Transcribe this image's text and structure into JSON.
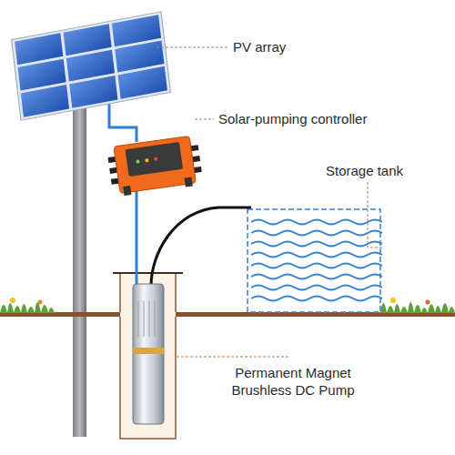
{
  "diagram": {
    "labels": [
      "PV array",
      "Solar-pumping controller",
      "Storage tank",
      "Permanent Magnet Brushless DC Pump"
    ]
  }
}
